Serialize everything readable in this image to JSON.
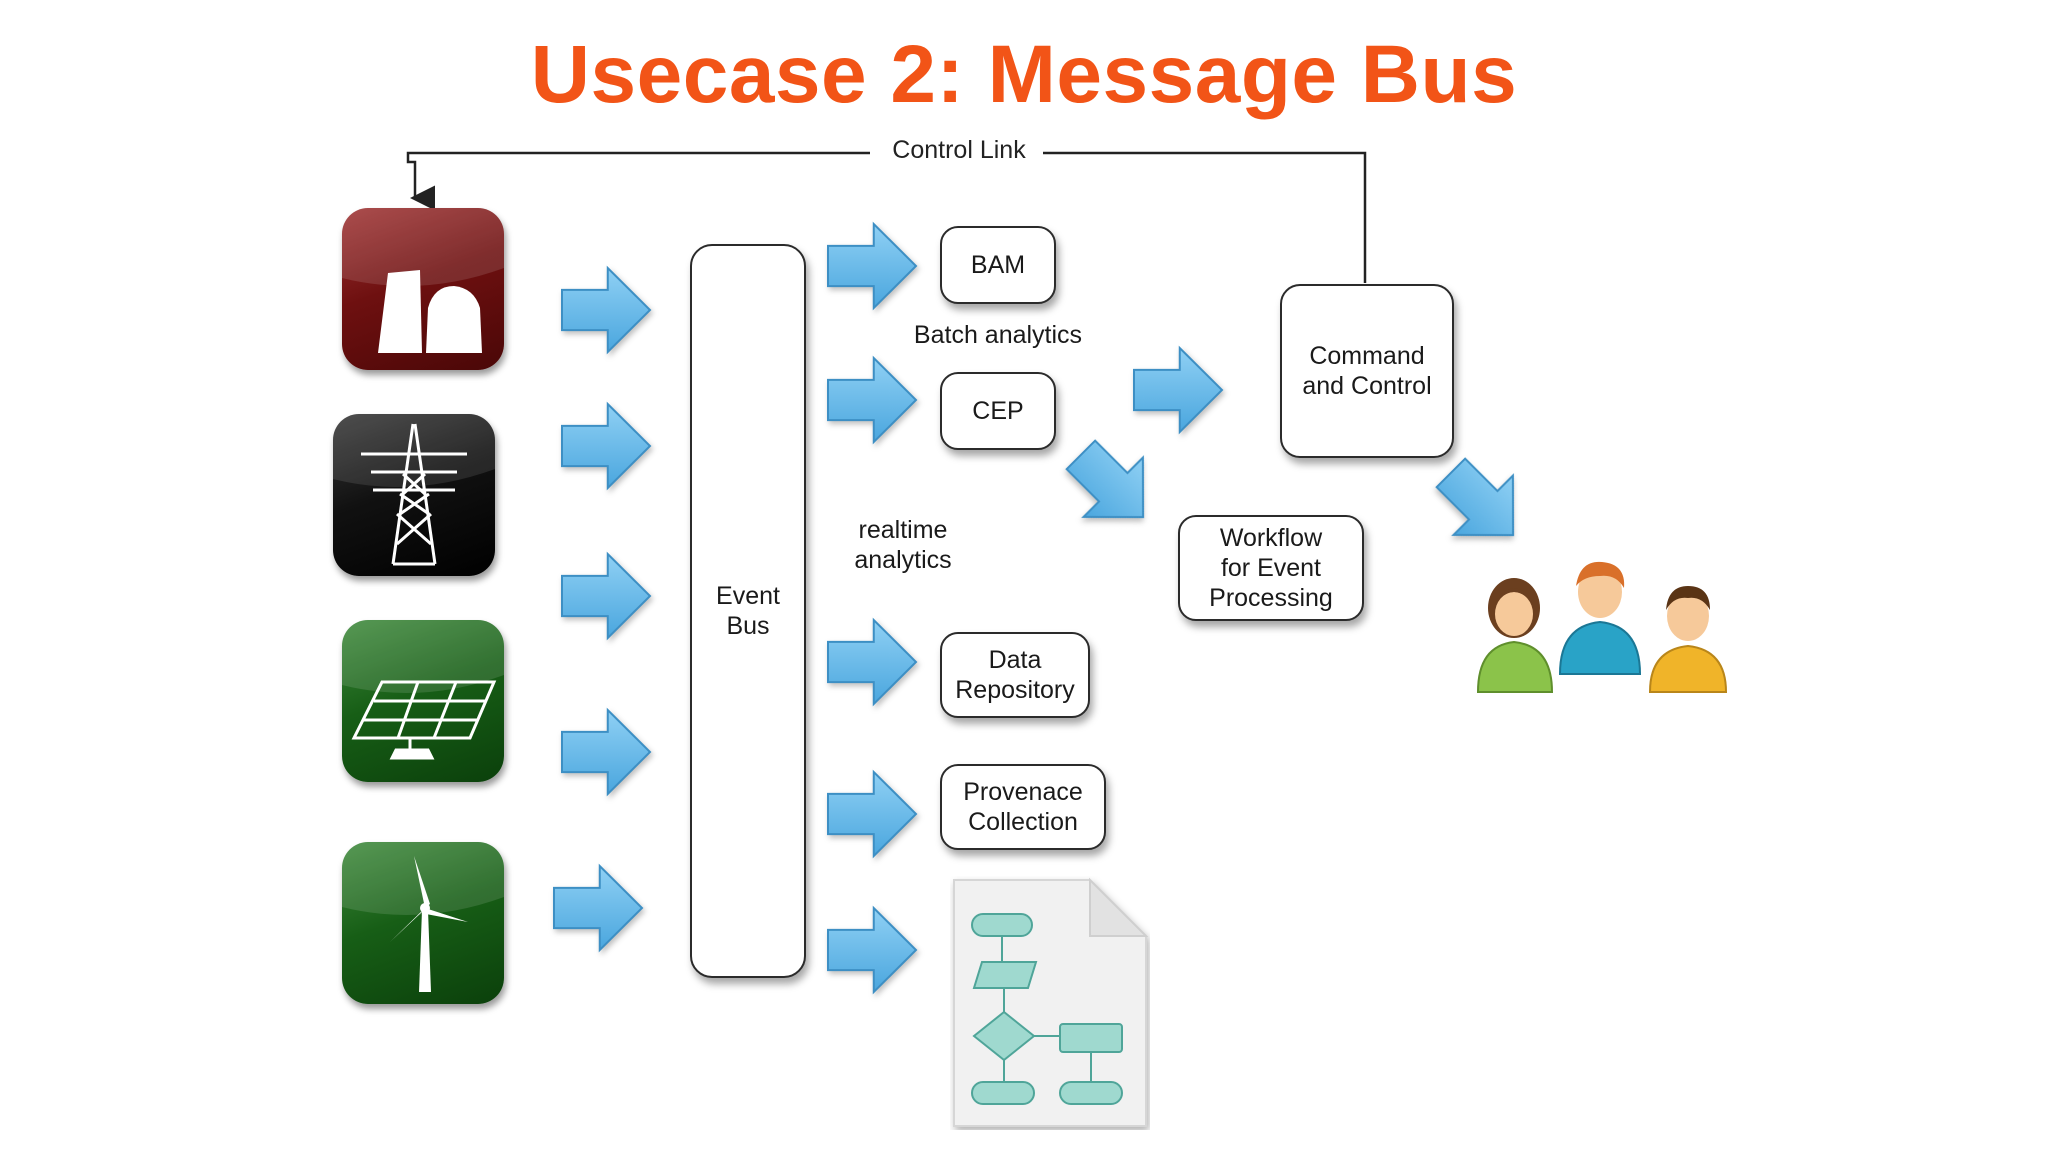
{
  "title": "Usecase 2: Message Bus",
  "control_link_label": "Control Link",
  "nodes": {
    "event_bus": "Event\nBus",
    "bam": "BAM",
    "cep": "CEP",
    "data_repository": "Data\nRepository",
    "provenance_collection": "Provenace\nCollection",
    "command_and_control": "Command\nand Control",
    "workflow": "Workflow\nfor Event\nProcessing"
  },
  "labels": {
    "batch_analytics": "Batch analytics",
    "realtime_analytics": "realtime\nanalytics"
  },
  "icons": {
    "sources": [
      "power-plant-icon",
      "transmission-tower-icon",
      "solar-panel-icon",
      "wind-turbine-icon"
    ],
    "workflow_document": "workflow-document-icon",
    "users": "users-group-icon"
  },
  "colors": {
    "title": "#f25417",
    "arrow_fill": "#5fb8ea",
    "arrow_stroke": "#3d8fc4",
    "power_plant_tile": "#6e1010",
    "tower_tile": "#111111",
    "green_tile": "#175e16"
  }
}
